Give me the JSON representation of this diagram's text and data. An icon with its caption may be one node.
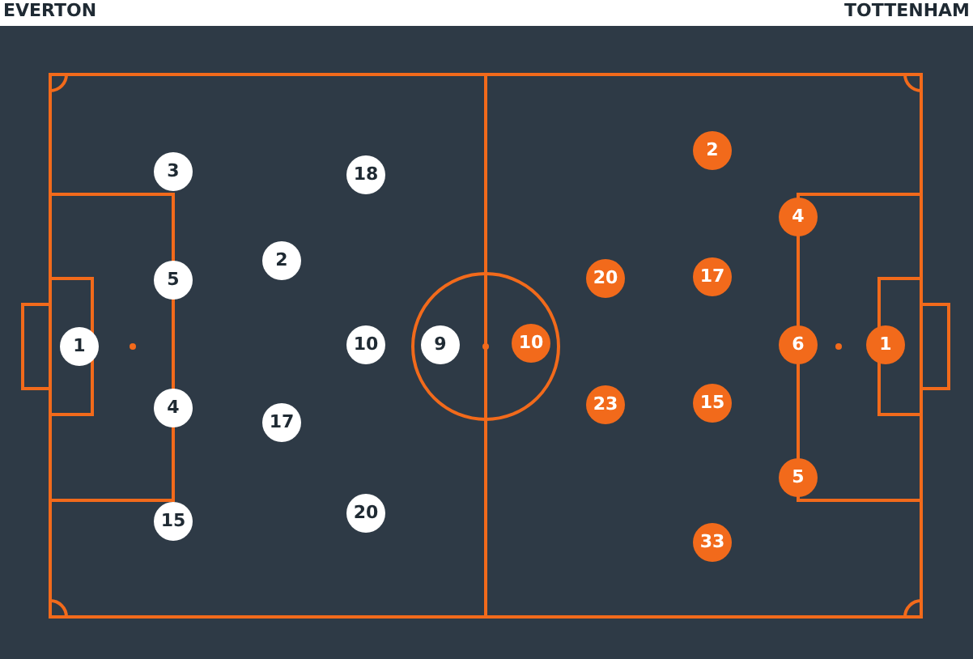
{
  "diagram": {
    "labels": [
      "EVERTON",
      "TOTTENHAM"
    ],
    "nodes": [
      {
        "text": [
          "1"
        ]
      },
      {
        "text": [
          "3"
        ]
      },
      {
        "text": [
          "5"
        ]
      },
      {
        "text": [
          "4"
        ]
      },
      {
        "text": [
          "15"
        ]
      },
      {
        "text": [
          "2"
        ]
      },
      {
        "text": [
          "17"
        ]
      },
      {
        "text": [
          "18"
        ]
      },
      {
        "text": [
          "10"
        ]
      },
      {
        "text": [
          "20"
        ]
      },
      {
        "text": [
          "9"
        ]
      },
      {
        "text": [
          "10"
        ]
      },
      {
        "text": [
          "20"
        ]
      },
      {
        "text": [
          "23"
        ]
      },
      {
        "text": [
          "2"
        ]
      },
      {
        "text": [
          "17"
        ]
      },
      {
        "text": [
          "15"
        ]
      },
      {
        "text": [
          "33"
        ]
      },
      {
        "text": [
          "4"
        ]
      },
      {
        "text": [
          "6"
        ]
      },
      {
        "text": [
          "5"
        ]
      },
      {
        "text": [
          "1"
        ]
      }
    ]
  }
}
